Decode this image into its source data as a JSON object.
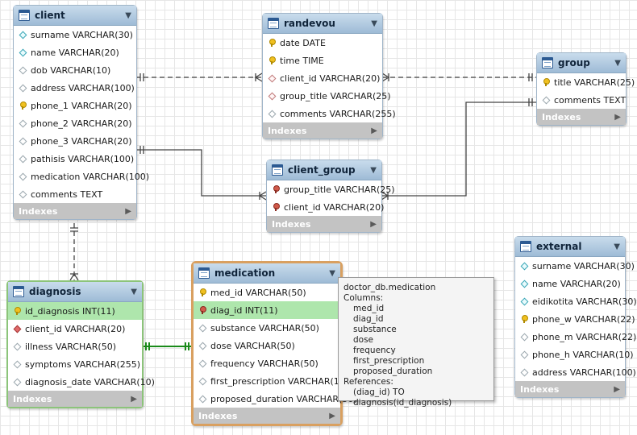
{
  "tables": {
    "client": {
      "title": "client",
      "columns": [
        "surname VARCHAR(30)",
        "name VARCHAR(20)",
        "dob VARCHAR(10)",
        "address VARCHAR(100)",
        "phone_1 VARCHAR(20)",
        "phone_2 VARCHAR(20)",
        "phone_3 VARCHAR(20)",
        "pathisis VARCHAR(100)",
        "medication VARCHAR(100)",
        "comments TEXT"
      ],
      "indexes": "Indexes"
    },
    "randevou": {
      "title": "randevou",
      "columns": [
        "date DATE",
        "time TIME",
        "client_id VARCHAR(20)",
        "group_title VARCHAR(25)",
        "comments VARCHAR(255)"
      ],
      "indexes": "Indexes"
    },
    "group": {
      "title": "group",
      "columns": [
        "title VARCHAR(25)",
        "comments TEXT"
      ],
      "indexes": "Indexes"
    },
    "client_group": {
      "title": "client_group",
      "columns": [
        "group_title VARCHAR(25)",
        "client_id VARCHAR(20)"
      ],
      "indexes": "Indexes"
    },
    "diagnosis": {
      "title": "diagnosis",
      "columns": [
        "id_diagnosis INT(11)",
        "client_id VARCHAR(20)",
        "illness VARCHAR(50)",
        "symptoms VARCHAR(255)",
        "diagnosis_date VARCHAR(10)"
      ],
      "indexes": "Indexes"
    },
    "medication": {
      "title": "medication",
      "columns": [
        "med_id VARCHAR(50)",
        "diag_id INT(11)",
        "substance VARCHAR(50)",
        "dose VARCHAR(50)",
        "frequency VARCHAR(50)",
        "first_prescription VARCHAR(10)",
        "proposed_duration VARCHAR(50)"
      ],
      "indexes": "Indexes"
    },
    "external": {
      "title": "external",
      "columns": [
        "surname VARCHAR(30)",
        "name VARCHAR(20)",
        "eidikotita VARCHAR(30)",
        "phone_w VARCHAR(22)",
        "phone_m VARCHAR(22)",
        "phone_h VARCHAR(10)",
        "address VARCHAR(100)"
      ],
      "indexes": "Indexes"
    }
  },
  "tooltip": {
    "title": "doctor_db.medication",
    "columns_label": "Columns:",
    "columns": [
      "med_id",
      "diag_id",
      "substance",
      "dose",
      "frequency",
      "first_prescription",
      "proposed_duration"
    ],
    "references_label": "References:",
    "reference": "(diag_id) TO diagnosis(id_diagnosis)"
  },
  "colors": {
    "header": "#9ebbd6",
    "indexes_bar": "#c3c3c3",
    "highlight_row": "#aee6ac",
    "selected_green": "#8cc47a",
    "selected_orange": "#d9a060",
    "relation_line": "#444444",
    "active_relation": "#1a8a1a"
  }
}
